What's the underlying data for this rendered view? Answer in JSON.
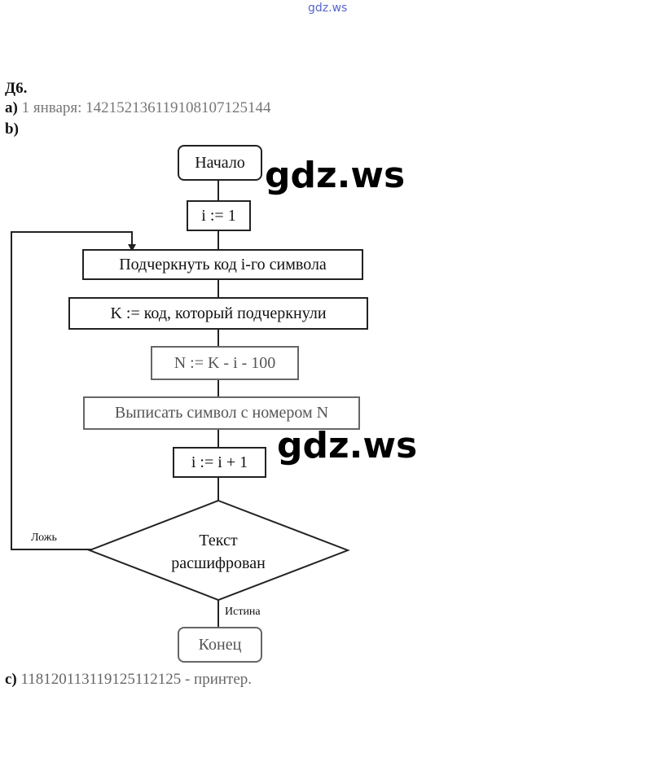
{
  "watermark_top": "gdz.ws",
  "watermark": "gdz.ws",
  "heading": "Д6.",
  "part_a": {
    "label": "а)",
    "text": "1 января: 142152136119108107125144"
  },
  "part_b": {
    "label": "b)"
  },
  "flowchart": {
    "start": "Начало",
    "init": "i := 1",
    "step1": "Подчеркнуть код i-го символа",
    "step2": "K := код, который подчеркнули",
    "step3": "N := K - i - 100",
    "step4": "Выписать символ с номером N",
    "step5": "i := i + 1",
    "condition_line1": "Текст",
    "condition_line2": "расшифрован",
    "false_label": "Ложь",
    "true_label": "Истина",
    "end": "Конец"
  },
  "part_c": {
    "label": "c)",
    "text": "118120113119125112125 - принтер."
  }
}
